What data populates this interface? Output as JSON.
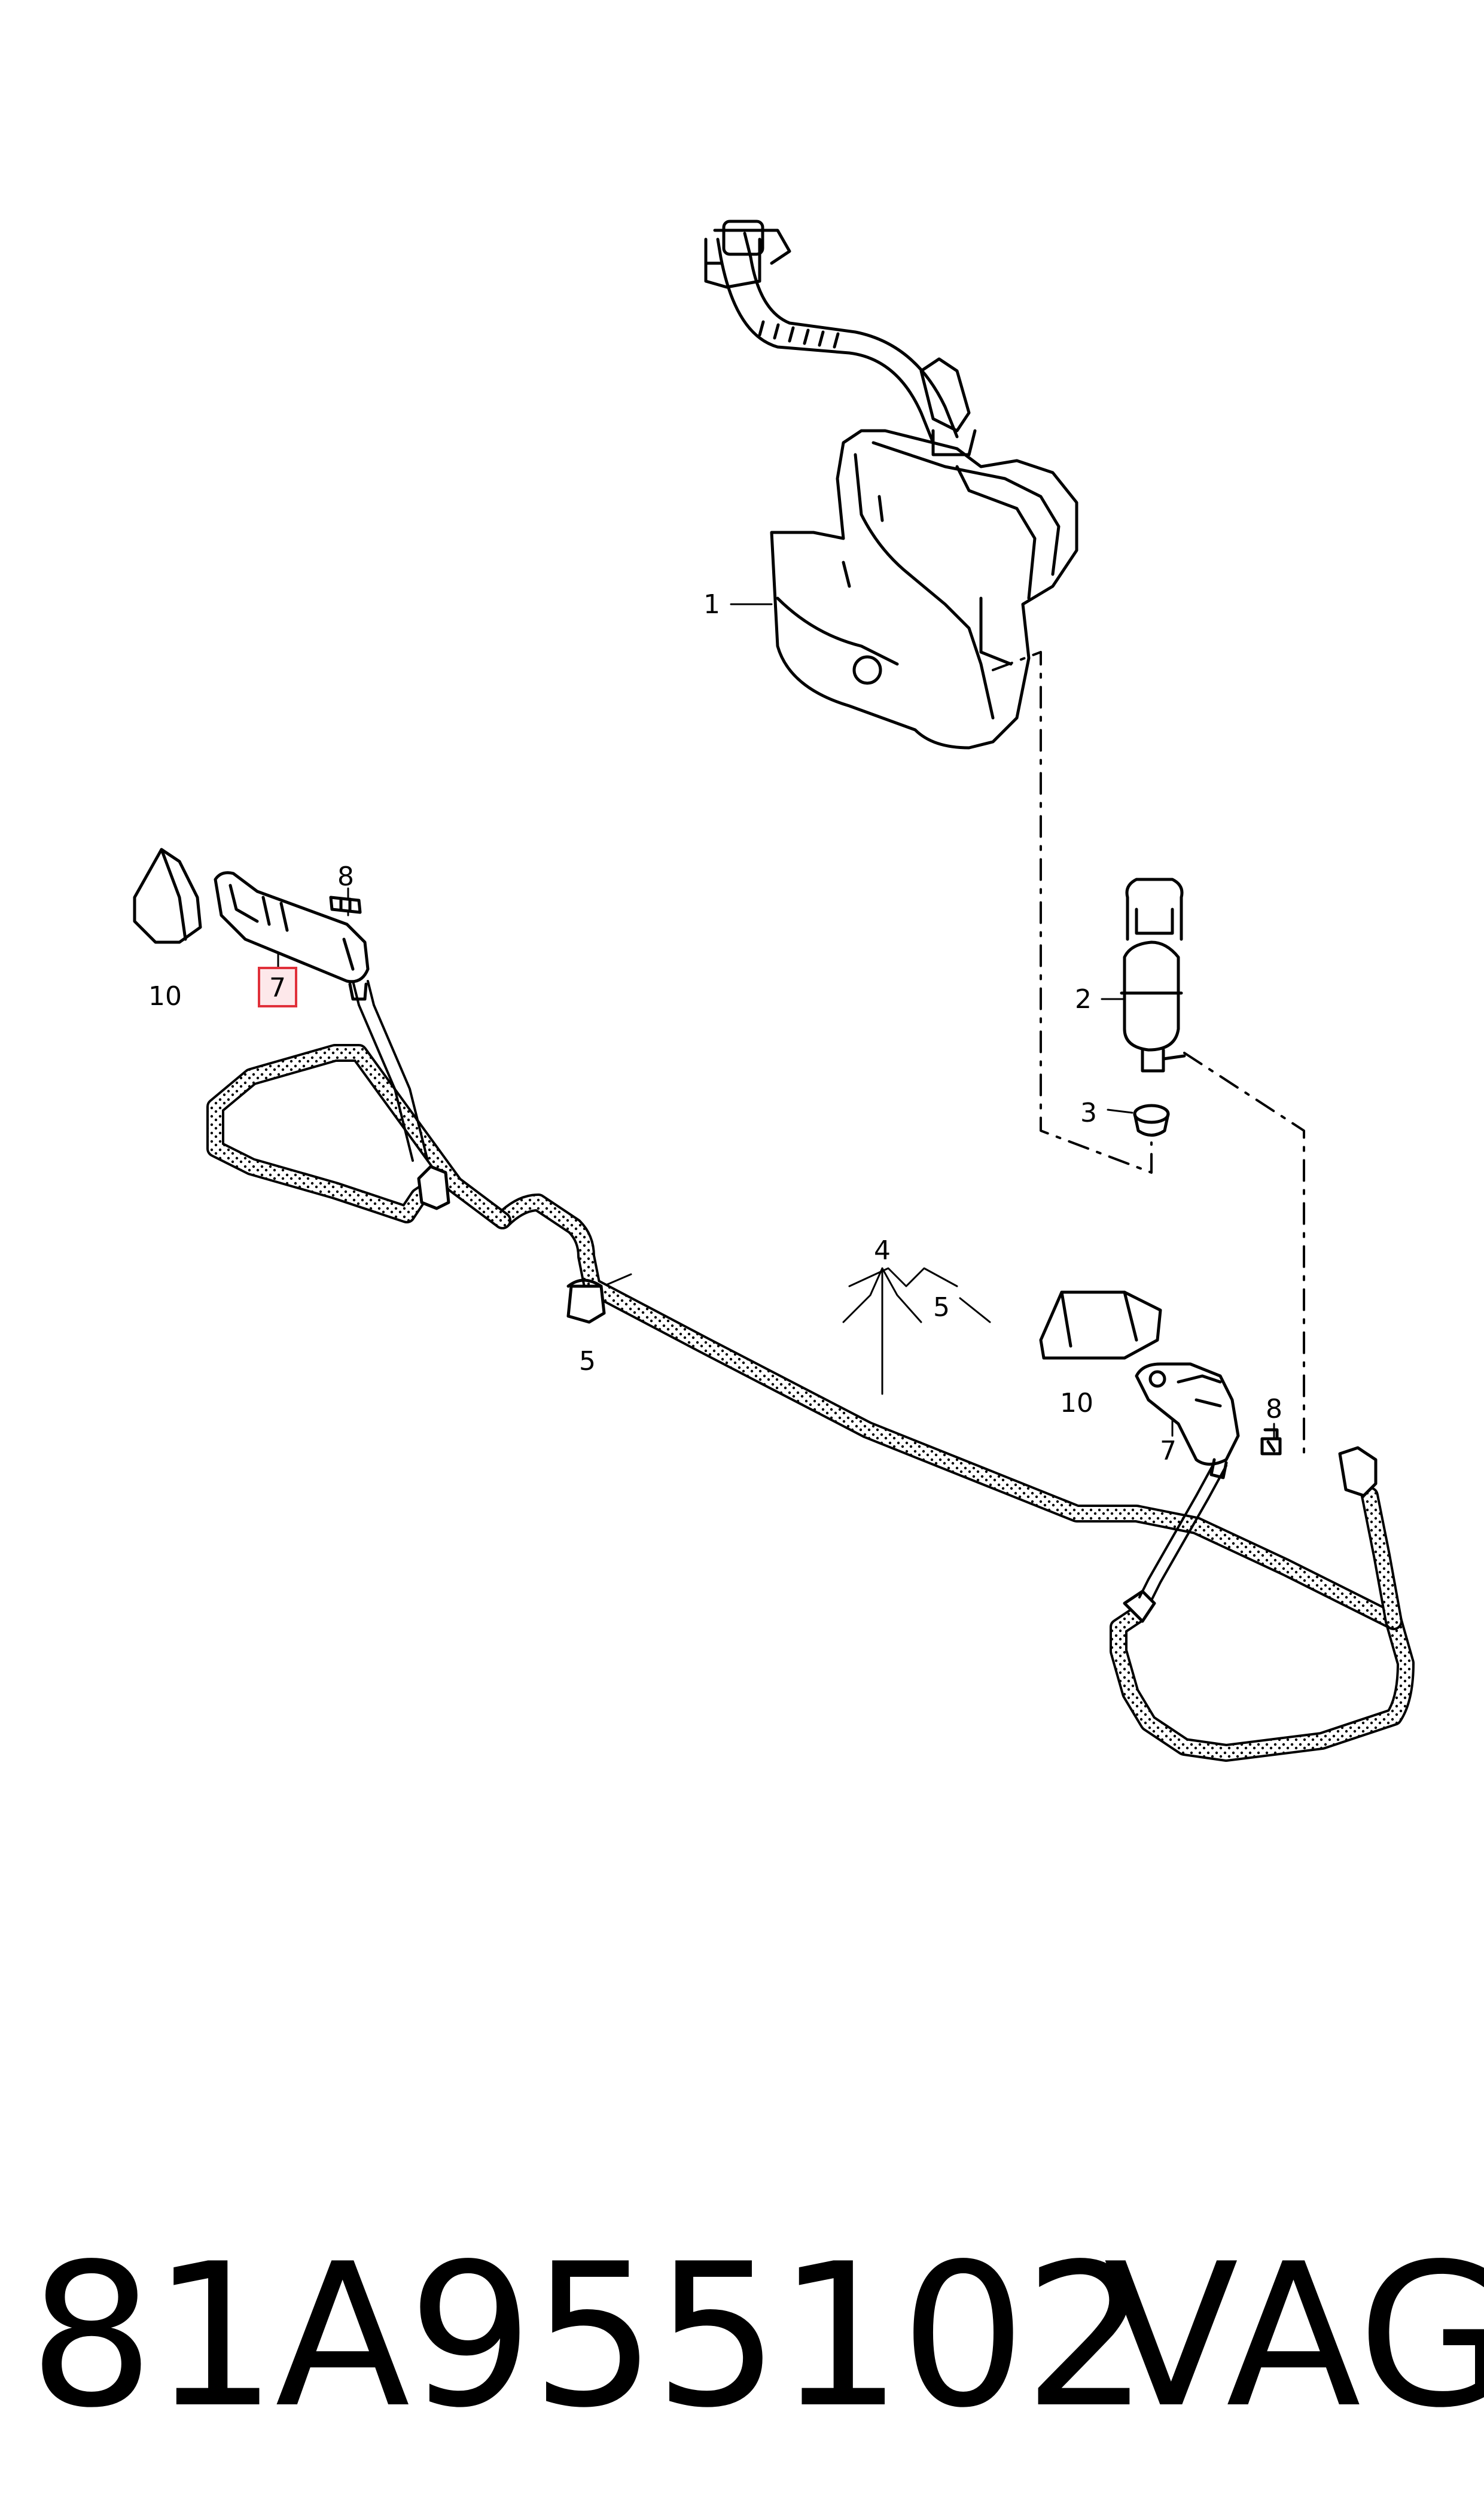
{
  "callouts": {
    "c1": "1",
    "c2": "2",
    "c3": "3",
    "c4": "4",
    "c5a": "5",
    "c5b": "5",
    "c7a": "7",
    "c7b": "7",
    "c8a": "8",
    "c8b": "8",
    "c10a": "10",
    "c10b": "10"
  },
  "footer": {
    "part_number": "81A955102",
    "brand": "VAG"
  },
  "highlight_color": "#e0303a"
}
